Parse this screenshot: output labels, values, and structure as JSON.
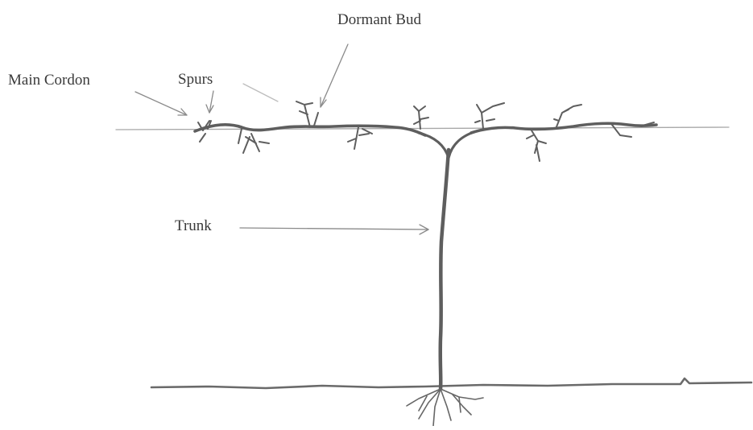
{
  "labels": {
    "dormant_bud": "Dormant Bud",
    "main_cordon": "Main Cordon",
    "spurs": "Spurs",
    "trunk": "Trunk"
  },
  "colors": {
    "ink": "#5a5a5a",
    "wire": "#9a9a9a",
    "text": "#3a3a3a",
    "background": "#ffffff"
  }
}
